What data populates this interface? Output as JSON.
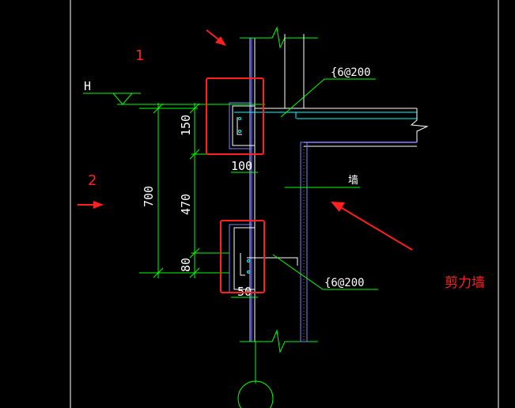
{
  "drawing": {
    "elevation_label": "H",
    "dimensions": {
      "total": "700",
      "upper": "150",
      "middle": "470",
      "lower": "80",
      "width_upper": "100",
      "width_lower": "50"
    },
    "rebar_callouts": [
      "{6@200",
      "{6@200"
    ],
    "wall_tag": "墙"
  },
  "annotations": {
    "marker_1": "1",
    "marker_2": "2",
    "shear_wall_label": "剪力墙"
  },
  "colors": {
    "background": "#000000",
    "dimension": "#00ff00",
    "slab": "#00ffff",
    "wall": "#8080ff",
    "text": "#ffffff",
    "highlight": "#ff2020"
  }
}
